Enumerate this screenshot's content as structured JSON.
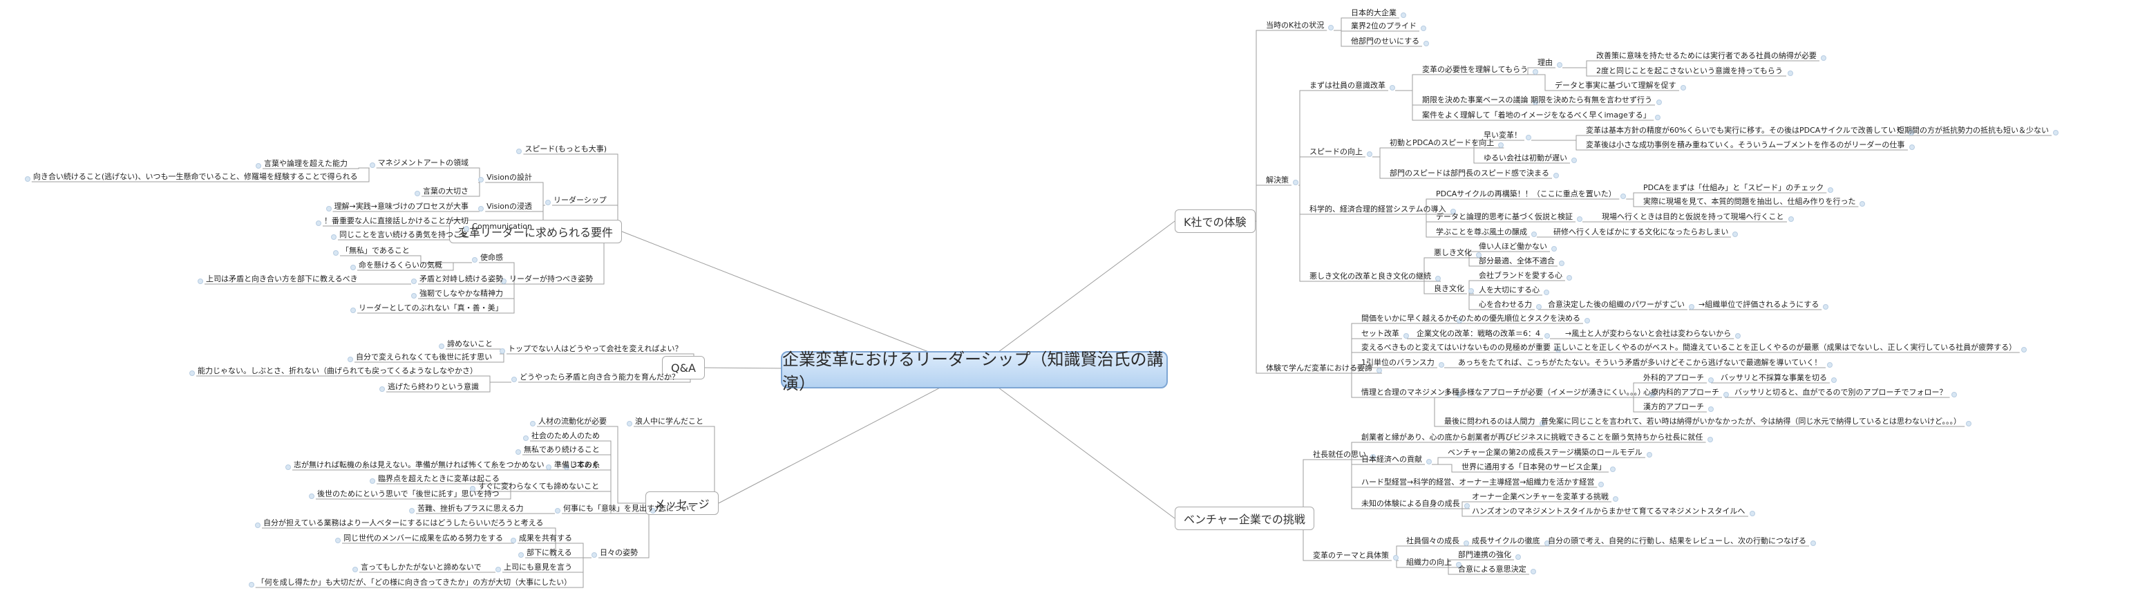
{
  "center": "企業変革におけるリーダーシップ（知識賢治氏の講演）",
  "main": {
    "k": "K社での体験",
    "venture": "ベンチャー企業での挑戦",
    "reform": "変革リーダーに求められる要件",
    "qa": "Q&A",
    "message": "メッセージ"
  },
  "k": {
    "state": "当時のK社の状況",
    "s1": "日本的大企業",
    "s2": "業界2位のプライド",
    "s3": "他部門のせいにする",
    "solution": "解決策",
    "a": "まずは社員の意識改革",
    "a1": "変革の必要性を理解してもらう",
    "a1a": "理由",
    "a1a1": "改善策に意味を持たせるためには実行者である社員の納得が必要",
    "a1a2": "2度と同じことを起こさないという意識を持ってもらう",
    "a1b": "データと事実に基づいて理解を促す",
    "a2": "期限を決めた事業ベースの議論",
    "a2a": "期限を決めたら有無を言わせず行う",
    "a3": "案件をよく理解して「着地のイメージをなるべく早くimageする」",
    "b": "スピードの向上",
    "b1": "初動とPDCAのスピードを向上",
    "b1a": "早い変革！",
    "b1a1": "変革は基本方針の精度が60%くらいでも実行に移す。その後はPDCAサイクルで改善していく",
    "b1a1a": "短期間の方が抵抗勢力の抵抗も短い＆少ない",
    "b1a2": "変革後は小さな成功事例を積み重ねていく。そういうムーブメントを作るのがリーダーの仕事",
    "b1b": "ゆるい会社は初動が遅い",
    "b2": "部門のスピードは部門長のスピード感で決まる",
    "c": "科学的、経済合理的経営システムの導入",
    "c1": "PDCAサイクルの再構築！！（ここに重点を置いた）",
    "c1a": "PDCAをまずは「仕組み」と「スピード」のチェック",
    "c1b": "実際に現場を見て、本質的問題を抽出し、仕組み作りを行った",
    "c2": "データと論理的思考に基づく仮説と検証",
    "c2a": "現場へ行くときは目的と仮説を持って現場へ行くこと",
    "c3": "学ぶことを尊ぶ風土の醸成",
    "c3a": "研修へ行く人をばかにする文化になったらおしまい",
    "d": "悪しき文化の改革と良き文化の継続",
    "d1": "悪しき文化",
    "d1a": "偉い人ほど働かない",
    "d1b": "部分最適、全体不適合",
    "d2": "良き文化",
    "d2a": "会社ブランドを愛する心",
    "d2b": "人を大切にする心",
    "d2c": "心を合わせる力",
    "d2c1": "合意決定した後の組織のパワーがすごい",
    "d2c2": "→組織単位で評価されるようにする",
    "lesson": "体験で学んだ変革における要諦",
    "e1": "間価をいかに早く越えるか",
    "e1a": "そのための優先順位とタスクを決める",
    "e2": "セット改革",
    "e2a": "企業文化の改革：戦略の改革＝6：4",
    "e2b": "→風土と人が変わらないと会社は変わらないから",
    "e3": "変えるべきものと変えてはいけないものの見極めが重要",
    "e3a": "正しいことを正しくやるのがベスト。間違えていることを正しくやるのが最悪（成果はでないし、正しく実行している社員が疲弊する）",
    "e4": "1引単位のバランス力",
    "e4a": "あっちをたてれば、こっちがたたない。そういう矛盾が多いけどそこから逃げないで最適解を導いていく！",
    "e5": "情理と合理のマネジメント",
    "e5a": "多種多様なアプローチが必要（イメージが湧きにくい。。。）",
    "e5a1": "外科的アプローチ",
    "e5a1a": "バッサリと不採算な事業を切る",
    "e5a2": "心療内科的アプローチ",
    "e5a2a": "バッサリと切ると、血がでるので別のアプローチでフォロー？",
    "e5a3": "漢方的アプローチ",
    "e5b": "最後に問われるのは人間力",
    "e5b1": "普免案に同じことを言われて、若い時は納得がいかなかったが、今は納得（同じ水元で納得しているとは思わないけど。。。）"
  },
  "v": {
    "a": "社長就任の思い",
    "a1": "創業者と縁があり、心の底から創業者が再びビジネスに挑戦できることを願う気持ちから社長に就任",
    "a2": "日本経済への貢献",
    "a2a": "ベンチャー企業の第2の成長ステージ構築のロールモデル",
    "a2b": "世界に通用する「日本発のサービス企業」",
    "a3": "ハード型経営→科学的経営、オーナー主導経営→組織力を活かす経営",
    "a4": "未知の体験による自身の成長",
    "a4a": "オーナー企業ベンチャーを変革する挑戦",
    "a4b": "ハンズオンのマネジメントスタイルからまかせて育てるマネジメントスタイルへ",
    "b": "変革のテーマと具体策",
    "b1": "社員個々の成長",
    "b1a": "成長サイクルの徹底",
    "b1a1": "自分の頭で考え、自発的に行動し、結果をレビューし、次の行動につなげる",
    "b2": "組織力の向上",
    "b2a": "部門連携の強化",
    "b2b": "合意による意思決定"
  },
  "r": {
    "speed": "スピード(もっとも大事)",
    "ls": "リーダーシップ",
    "design": "Visionの設計",
    "design1": "マネジメントアートの領域",
    "design1a": "言葉や論理を超えた能力",
    "design1b": "向き合い続けること(逃げない)、いつも一生懸命でいること、修羅場を経験することで得られる",
    "design2": "言葉の大切さ",
    "pen": "Visionの浸透",
    "pen1": "理解→実践→意味づけのプロセスが大事",
    "comm": "Communication",
    "comm1": "！番重要な人に直接話しかけることが大切",
    "comm2": "同じことを言い続ける勇気を持つこと",
    "att": "リーダーが持つべき姿勢",
    "mission": "使命感",
    "m1": "「無私」であること",
    "m2": "命を懸けるくらいの気概",
    "t": "矛盾と対峙し続ける姿勢",
    "t1": "上司は矛盾と向き合い方を部下に教えるべき",
    "str": "強靭でしなやかな精神力",
    "true": "リーダーとしてのぶれない「真・善・美」"
  },
  "q": {
    "q1": "トップでない人はどうやって会社を変えればよい？",
    "q1a": "諦めないこと",
    "q1b": "自分で変えられなくても後世に託す思い",
    "q2": "どうやったら矛盾と向き合う能力を育んだか？",
    "q2a": "能力じゃない。しぶとさ、折れない（曲げられても戻ってくるようなしなやかさ）",
    "q2b": "逃げたら終わりという意識"
  },
  "m": {
    "m1": "人材の流動化が必要",
    "m1a": "浪人中に学んだこと",
    "will": "志について",
    "w1": "社会のため人のため",
    "w2": "無私であり続けること",
    "w3": "3本の糸",
    "w3a": "準備しておく",
    "w3b": "志が無ければ転機の糸は見えない。準備が無ければ怖くて糸をつかめない",
    "w4": "すぐに変わらなくても諦めないこと",
    "w4a": "臨界点を超えたときに変革は起こる",
    "w4b": "後世のためにという思いで「後世に託す」思いを持つ",
    "w5": "何事にも「意味」を見出す力",
    "w5a": "苦難、挫折もプラスに思える力",
    "daily": "日々の姿勢",
    "d1": "自分が担えている業務はより一人ベターにするにはどうしたらいいだろうと考える",
    "d2": "成果を共有する",
    "d2a": "同じ世代のメンバーに成果を広める努力をする",
    "d3": "部下に教える",
    "d4": "上司にも意見を言う",
    "d4a": "言ってもしかたがないと諦めないで",
    "d5": "「何を成し得たか」も大切だが、「どの様に向き合ってきたか」の方が大切（大事にしたい）"
  }
}
